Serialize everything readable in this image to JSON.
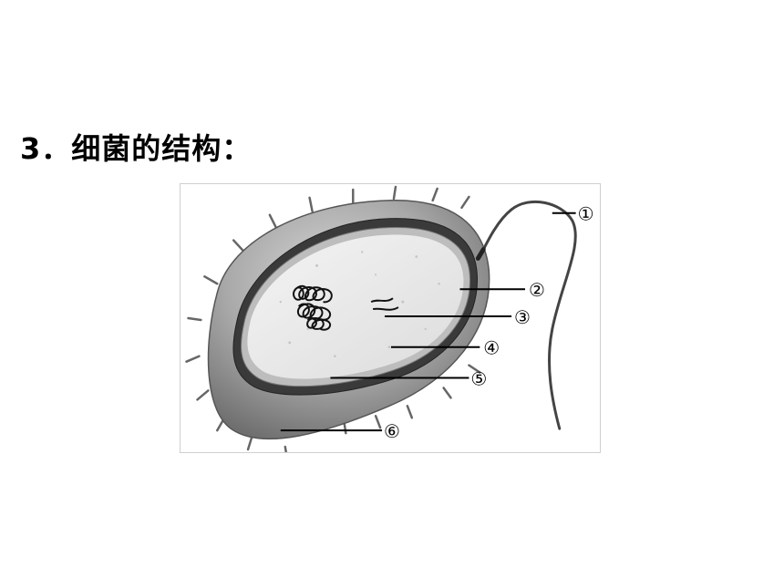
{
  "title": "3．细菌的结构：",
  "labels": {
    "l1": "①",
    "l2": "②",
    "l3": "③",
    "l4": "④",
    "l5": "⑤",
    "l6": "⑥"
  }
}
